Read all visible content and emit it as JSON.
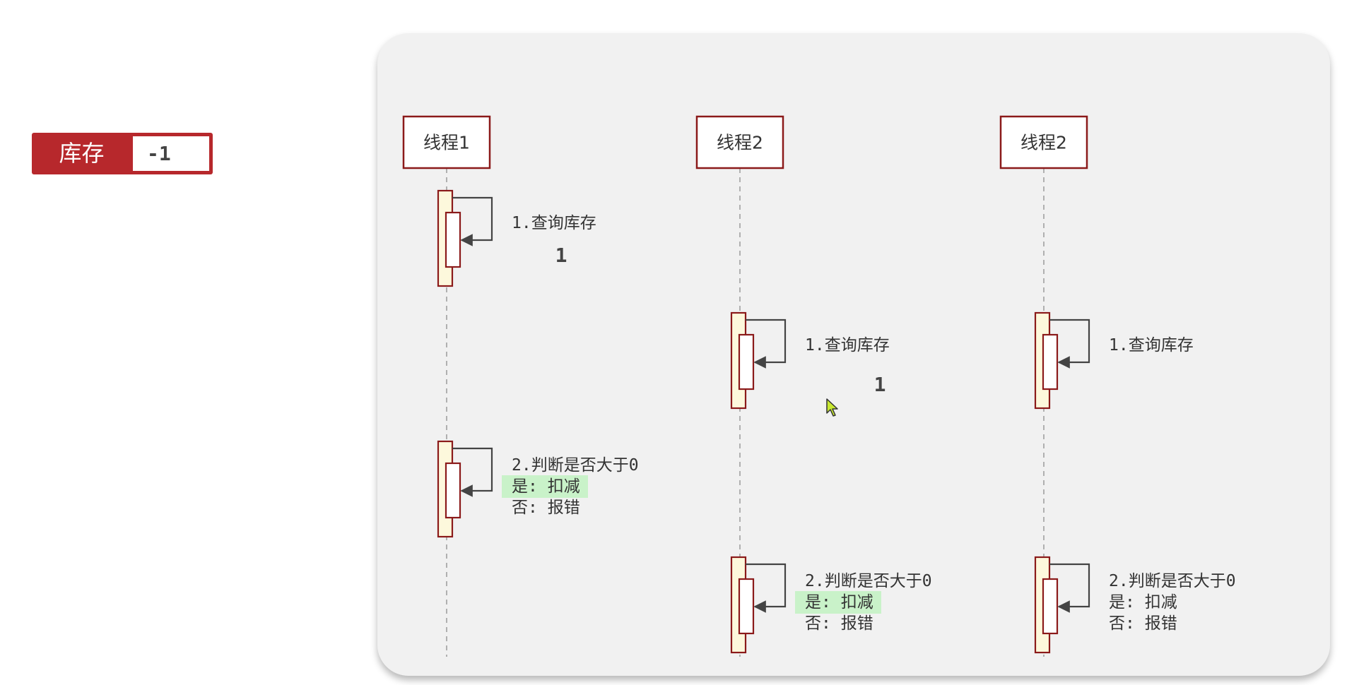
{
  "stock": {
    "label": "库存",
    "value": "-1"
  },
  "threads": [
    {
      "name": "线程1",
      "steps": [
        {
          "lines": [
            "1.查询库存"
          ],
          "result": "1"
        },
        {
          "lines": [
            "2.判断是否大于0",
            "是: 扣减",
            "否: 报错"
          ],
          "highlight": 1
        }
      ]
    },
    {
      "name": "线程2",
      "steps": [
        {
          "lines": [
            "1.查询库存"
          ],
          "result": "1"
        },
        {
          "lines": [
            "2.判断是否大于0",
            "是: 扣减",
            "否: 报错"
          ],
          "highlight": 1
        }
      ]
    },
    {
      "name": "线程2",
      "steps": [
        {
          "lines": [
            "1.查询库存"
          ]
        },
        {
          "lines": [
            "2.判断是否大于0",
            "是: 扣减",
            "否: 报错"
          ]
        }
      ]
    }
  ],
  "colors": {
    "accent_red": "#b7282c",
    "box_border": "#8b1a1a",
    "activation_fill": "#fdf8dc",
    "highlight_green": "#c9f2c9",
    "text": "#333333"
  }
}
